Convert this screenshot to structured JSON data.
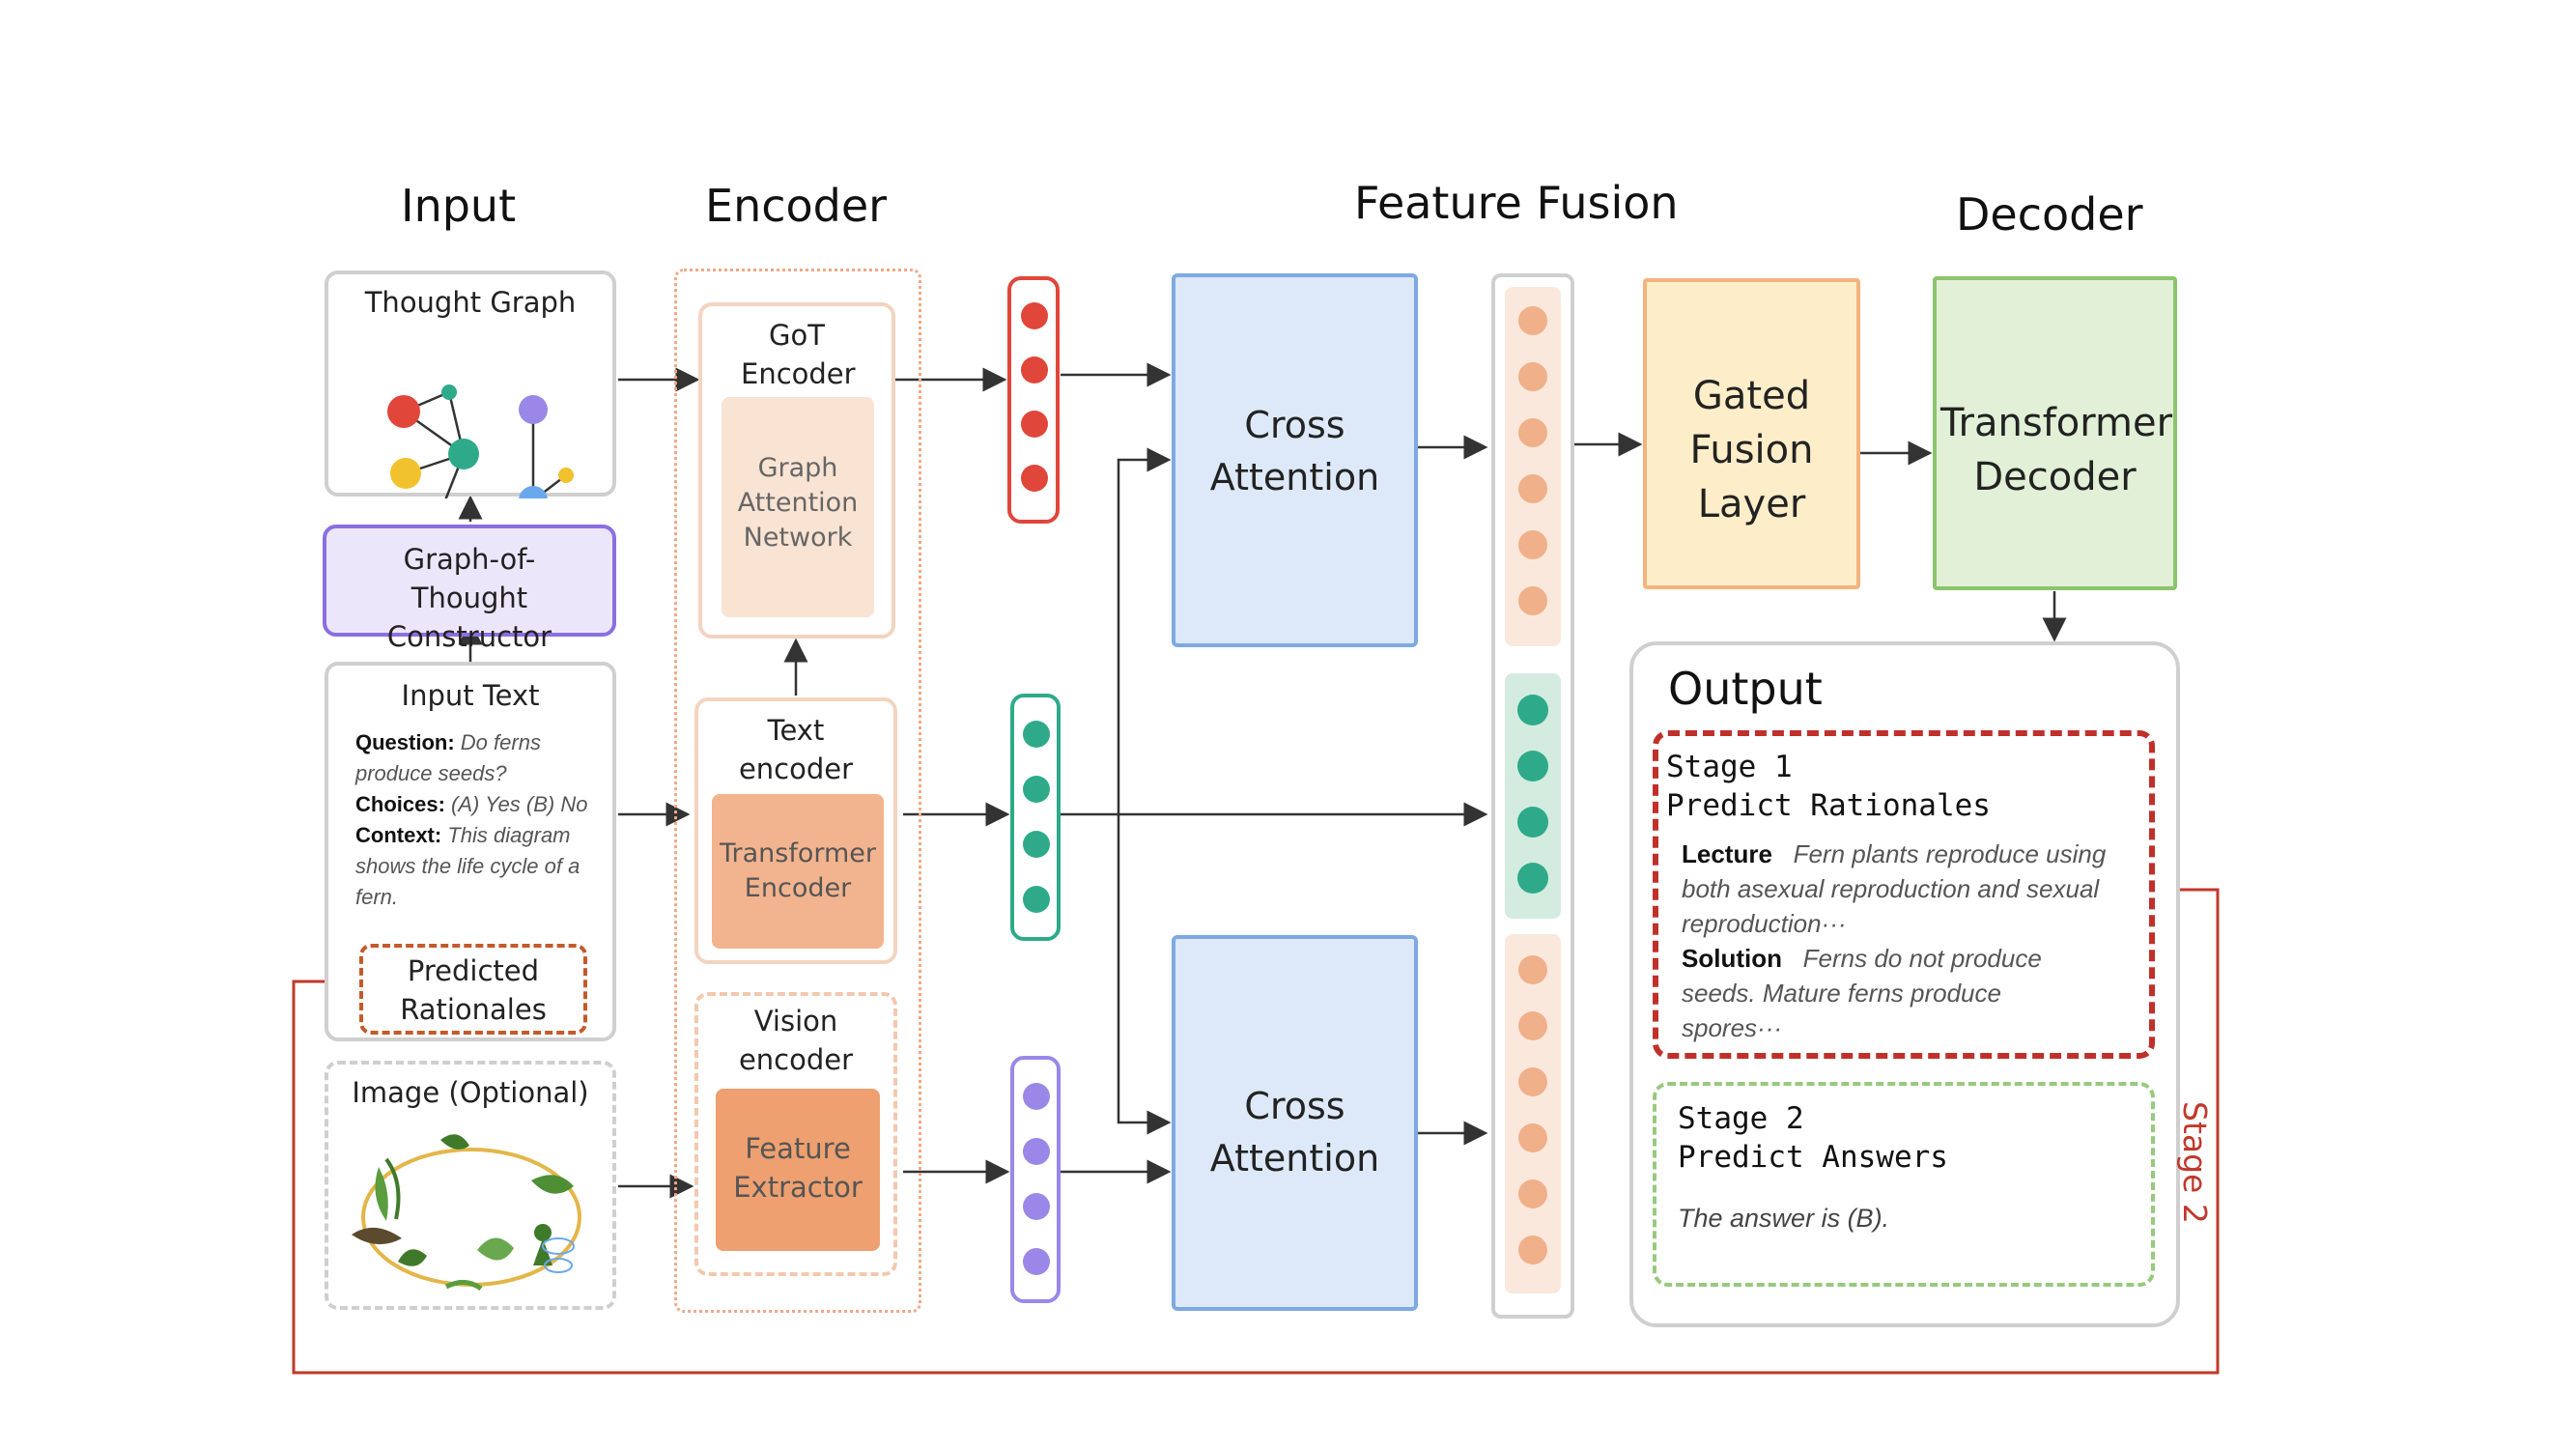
{
  "sections": {
    "input": "Input",
    "encoder": "Encoder",
    "feature_fusion": "Feature Fusion",
    "decoder": "Decoder"
  },
  "input": {
    "thought_graph_label": "Thought Graph",
    "got_constructor_label": "Graph-of-Thought Constructor",
    "input_text_label": "Input Text",
    "question_key": "Question:",
    "question_val": "Do ferns produce seeds?",
    "choices_key": "Choices:",
    "choices_val": "(A) Yes (B) No",
    "context_key": "Context:",
    "context_val": "This diagram shows the life cycle of a fern.",
    "predicted_rationales": "Predicted Rationales",
    "image_label": "Image (Optional)"
  },
  "encoder": {
    "got_encoder": "GoT Encoder",
    "gat": "Graph Attention Network",
    "text_encoder": "Text encoder",
    "transformer_encoder": "Transformer Encoder",
    "vision_encoder": "Vision encoder",
    "feature_extractor": "Feature Extractor"
  },
  "fusion": {
    "cross_attention_1": "Cross Attention",
    "cross_attention_2": "Cross Attention",
    "gated_fusion": "Gated Fusion Layer"
  },
  "decoder": {
    "transformer_decoder": "Transformer Decoder"
  },
  "output": {
    "title": "Output",
    "stage1_title": "Stage 1",
    "stage1_sub": "Predict Rationales",
    "lecture_key": "Lecture",
    "lecture_val": "Fern plants reproduce using both asexual reproduction and sexual reproduction···",
    "solution_key": "Solution",
    "solution_val": "Ferns do not produce seeds. Mature ferns produce spores···",
    "stage2_title": "Stage 2",
    "stage2_sub": "Predict Answers",
    "answer": "The answer is (B).",
    "stage2_side_label": "Stage 2"
  },
  "colors": {
    "red": "#e0463a",
    "teal": "#2eaa8a",
    "purple": "#9b87e8",
    "orange_dot": "#f0b08a",
    "cross_attention_fill": "#dde9f8",
    "cross_attention_border": "#7ea9e3",
    "gated_fill": "#fdedc8",
    "gated_border": "#f2b47e",
    "decoder_fill": "#e1f0d6",
    "decoder_border": "#8cc46c",
    "stage1_border": "#c0302a",
    "stage2_border": "#97c97e",
    "feedback_line": "#c0392b"
  }
}
